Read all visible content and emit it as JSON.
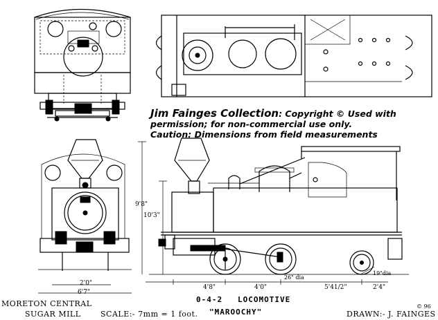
{
  "watermark": {
    "line1_name": "Jim Fainges Collection",
    "line1_rest": ": Copyright © Used with",
    "line2": "permission; for non-commercial use only.",
    "line3": "Caution: Dimensions from field measurements"
  },
  "dimensions": {
    "overall_height": "9'8\"",
    "chimney_height": "10'3\"",
    "wheelbase_front": "4'8\"",
    "wheelbase_rear": "4'0\"",
    "overhang": "5'41/2\"",
    "rear_length": "2'4\"",
    "trailing_wheel_dia": "19\"dia",
    "driving_wheel_dia": "26\" dia",
    "gauge": "2'0\"",
    "width": "6'7\""
  },
  "title_block": {
    "mill_line1": "MORETON CENTRAL",
    "mill_line2": "SUGAR MILL",
    "wheel_arrangement": "0-4-2",
    "type": "LOCOMOTIVE",
    "name": "\"MAROOCHY\"",
    "scale": "SCALE:- 7mm = 1 foot.",
    "drawn": "DRAWN:- J. FAINGES",
    "signature": "© 96"
  }
}
